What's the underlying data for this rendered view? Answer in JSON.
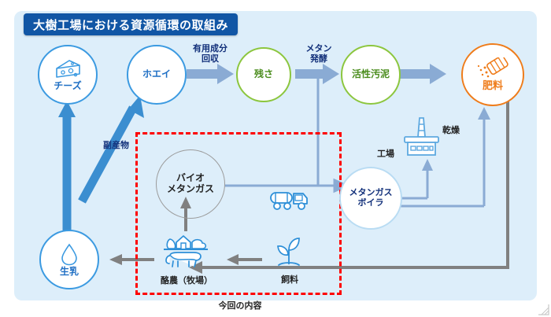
{
  "title": "大樹工場における資源循環の取組み",
  "colors": {
    "panel_bg": "#ddeefa",
    "title_bg": "#1156a5",
    "blue_circle": "#3b9ae1",
    "green_circle": "#8cc63e",
    "orange_circle": "#ef7c1a",
    "gray_circle": "#9b9b9b",
    "light_blue_circle": "#b9dcf3",
    "blue_arrow": "#3b8ed0",
    "pale_blue_arrow": "#8aabd4",
    "gray_arrow": "#808080",
    "dashed_red": "#ff0000",
    "navy_text": "#12307a"
  },
  "nodes": [
    {
      "id": "cheese",
      "label": "チーズ",
      "icon": "cheese-icon",
      "ring": "#3b9ae1",
      "text_color": "#1f6fc4"
    },
    {
      "id": "whey",
      "label": "ホエイ",
      "icon": "none",
      "ring": "#3b9ae1",
      "text_color": "#1f6fc4"
    },
    {
      "id": "residue",
      "label": "残さ",
      "icon": "none",
      "ring": "#8cc63e",
      "text_color": "#4a8c1c"
    },
    {
      "id": "sludge",
      "label": "活性汚泥",
      "icon": "none",
      "ring": "#8cc63e",
      "text_color": "#4a8c1c"
    },
    {
      "id": "fertilizer",
      "label": "肥料",
      "icon": "fertilizer-icon",
      "ring": "#ef7c1a",
      "text_color": "#ef7c1a"
    },
    {
      "id": "biogas",
      "label": "バイオ\nメタンガス",
      "icon": "none",
      "ring": "#9b9b9b",
      "text_color": "#222222"
    },
    {
      "id": "boiler",
      "label": "メタンガス\nボイラ",
      "icon": "none",
      "ring": "#b9dcf3",
      "text_color": "#12307a"
    },
    {
      "id": "rawmilk",
      "label": "生乳",
      "icon": "milk-drop-icon",
      "ring": "#3b9ae1",
      "text_color": "#1f6fc4"
    }
  ],
  "node_labels": {
    "cheese": "チーズ",
    "whey": "ホエイ",
    "residue": "残さ",
    "sludge": "活性汚泥",
    "fertilizer": "肥料",
    "biogas_line1": "バイオ",
    "biogas_line2": "メタンガス",
    "boiler_line1": "メタンガス",
    "boiler_line2": "ボイラ",
    "rawmilk": "生乳"
  },
  "flow_labels": {
    "useful_recovery_line1": "有用成分",
    "useful_recovery_line2": "回収",
    "methane_ferment_line1": "メタン",
    "methane_ferment_line2": "発酵",
    "byproduct": "副産物",
    "drying": "乾燥"
  },
  "icon_labels": {
    "factory": "工場",
    "dairy_farm": "酪農（牧場）",
    "feed": "飼料",
    "truck": ""
  },
  "legend": {
    "caption": "今回の内容"
  }
}
